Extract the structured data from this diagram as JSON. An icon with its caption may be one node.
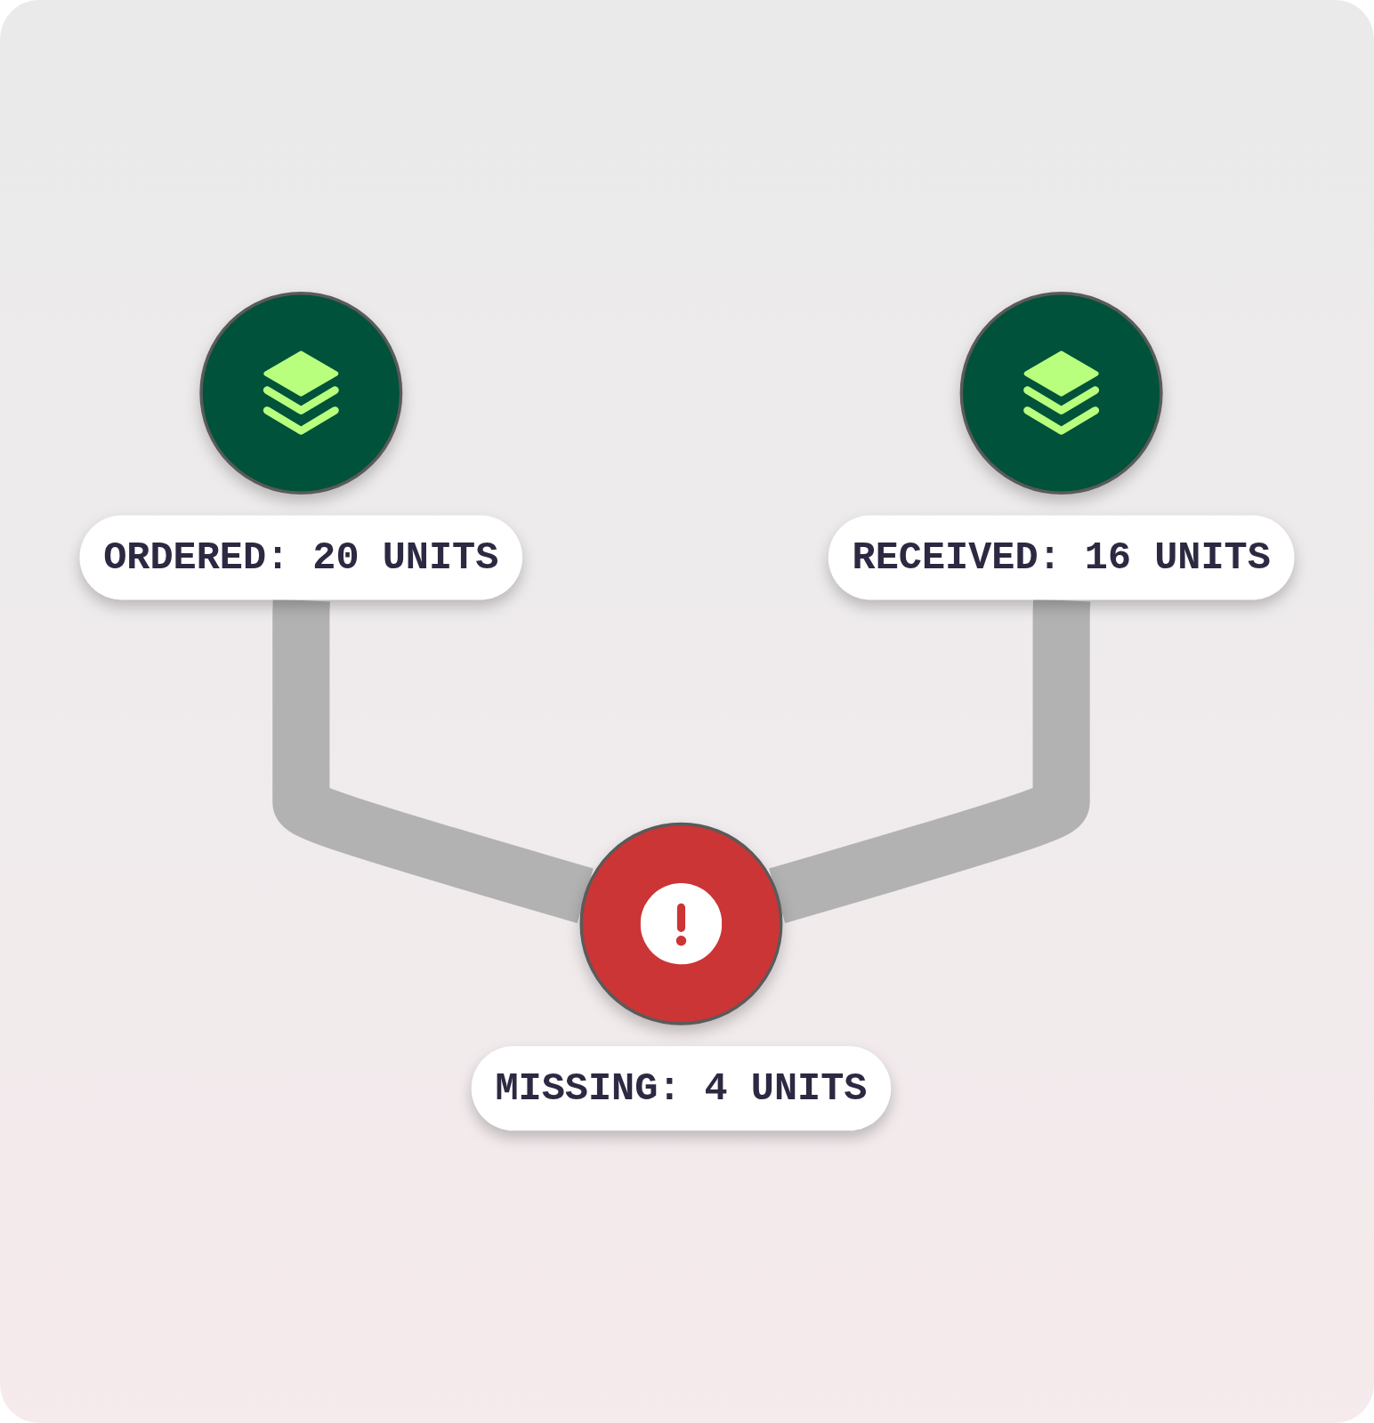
{
  "diagram": {
    "nodes": [
      {
        "text": [],
        "shape": "circle"
      },
      {
        "text": [],
        "shape": "circle"
      },
      {
        "text": [
          "ORDERED: 20 UNITS"
        ]
      },
      {
        "text": [
          "RECEIVED: 16 UNITS"
        ]
      },
      {
        "text": [],
        "shape": "circle"
      },
      {
        "text": [
          "MISSING: 4 UNITS"
        ]
      }
    ],
    "edges": [
      {
        "from": 2,
        "to": 4,
        "arrow": "none"
      },
      {
        "from": 3,
        "to": 4,
        "arrow": "none"
      }
    ]
  }
}
